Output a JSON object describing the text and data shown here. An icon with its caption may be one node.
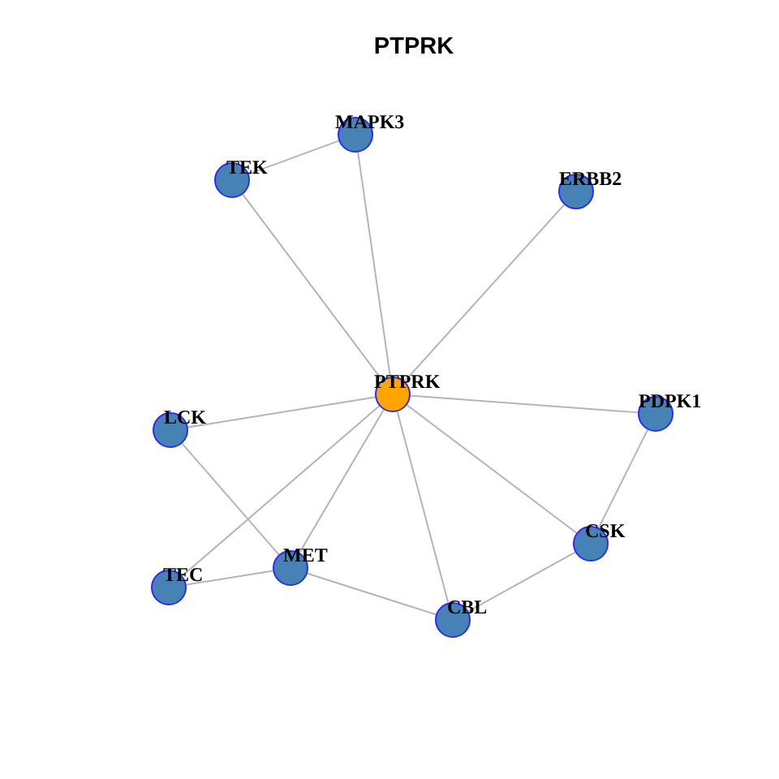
{
  "diagram": {
    "title": "PTPRK",
    "nodes": [
      {
        "text": [
          "MAPK3"
        ]
      },
      {
        "text": [
          "TEK"
        ]
      },
      {
        "text": [
          "ERBB2"
        ]
      },
      {
        "text": [
          "PTPRK"
        ]
      },
      {
        "text": [
          "PDPK1"
        ]
      },
      {
        "text": [
          "LCK"
        ]
      },
      {
        "text": [
          "CSK"
        ]
      },
      {
        "text": [
          "MET"
        ]
      },
      {
        "text": [
          "TEC"
        ]
      },
      {
        "text": [
          "CBL"
        ]
      }
    ],
    "edges": [
      {
        "from": 1,
        "to": 0,
        "arrow": "none"
      },
      {
        "from": 3,
        "to": 1,
        "arrow": "none"
      },
      {
        "from": 3,
        "to": 0,
        "arrow": "none"
      },
      {
        "from": 3,
        "to": 2,
        "arrow": "none"
      },
      {
        "from": 3,
        "to": 4,
        "arrow": "none"
      },
      {
        "from": 3,
        "to": 5,
        "arrow": "none"
      },
      {
        "from": 3,
        "to": 8,
        "arrow": "none"
      },
      {
        "from": 3,
        "to": 7,
        "arrow": "none"
      },
      {
        "from": 3,
        "to": 9,
        "arrow": "none"
      },
      {
        "from": 3,
        "to": 6,
        "arrow": "none"
      },
      {
        "from": 5,
        "to": 7,
        "arrow": "none"
      },
      {
        "from": 8,
        "to": 7,
        "arrow": "none"
      },
      {
        "from": 7,
        "to": 9,
        "arrow": "none"
      },
      {
        "from": 9,
        "to": 6,
        "arrow": "none"
      },
      {
        "from": 6,
        "to": 4,
        "arrow": "none"
      }
    ]
  }
}
